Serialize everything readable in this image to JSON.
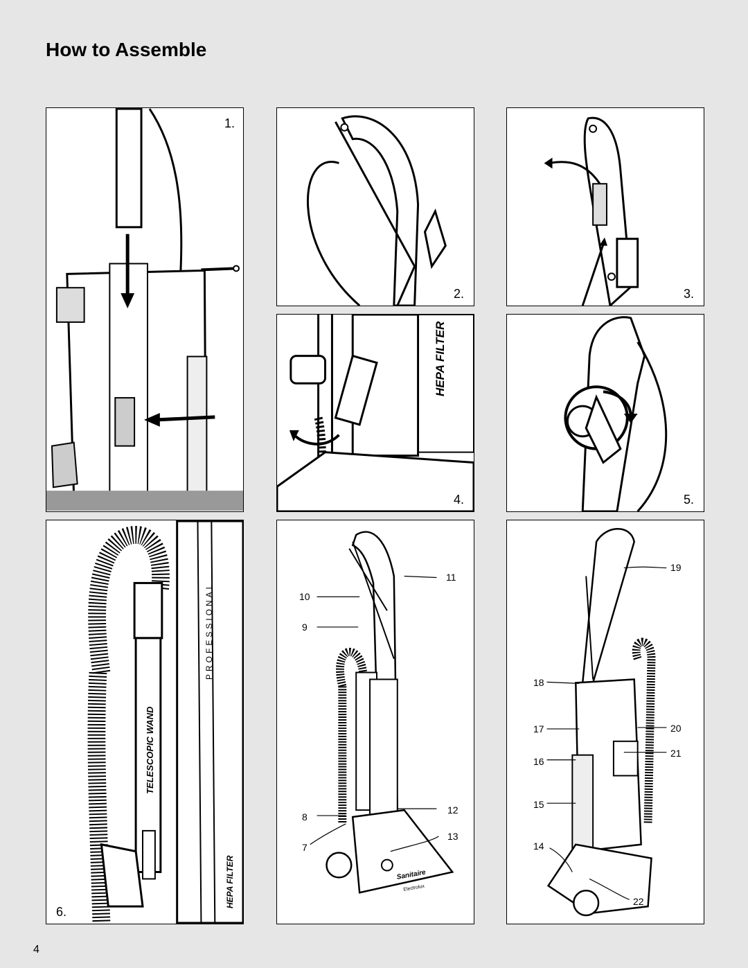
{
  "heading": "How to Assemble",
  "page_number": "4",
  "steps": {
    "s1": "1.",
    "s2": "2.",
    "s3": "3.",
    "s4": "4.",
    "s5": "5.",
    "s6": "6."
  },
  "panel4_text": "HEPA FILTER",
  "panel6_text": {
    "wand": "TELESCOPIC WAND",
    "professional": "PROFESSIONAL",
    "hepa": "HEPA FILTER"
  },
  "panel7_brand": "Sanitaire",
  "panel7_maker": "Electrolux",
  "callouts_front": [
    "11",
    "10",
    "9",
    "8",
    "7",
    "12",
    "13"
  ],
  "callouts_back": [
    "19",
    "18",
    "17",
    "20",
    "16",
    "21",
    "15",
    "14",
    "22"
  ]
}
